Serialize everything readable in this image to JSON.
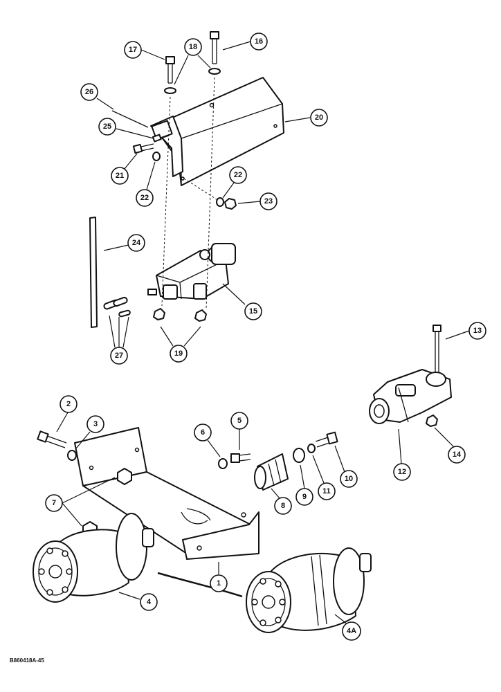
{
  "figure_code": "B860418A-45",
  "callouts": [
    {
      "label": "17"
    },
    {
      "label": "18"
    },
    {
      "label": "16"
    },
    {
      "label": "26"
    },
    {
      "label": "20"
    },
    {
      "label": "25"
    },
    {
      "label": "21"
    },
    {
      "label": "22"
    },
    {
      "label": "22"
    },
    {
      "label": "23"
    },
    {
      "label": "24"
    },
    {
      "label": "15"
    },
    {
      "label": "19"
    },
    {
      "label": "27"
    },
    {
      "label": "13"
    },
    {
      "label": "12"
    },
    {
      "label": "14"
    },
    {
      "label": "2"
    },
    {
      "label": "3"
    },
    {
      "label": "6"
    },
    {
      "label": "5"
    },
    {
      "label": "10"
    },
    {
      "label": "11"
    },
    {
      "label": "9"
    },
    {
      "label": "8"
    },
    {
      "label": "7"
    },
    {
      "label": "1"
    },
    {
      "label": "4"
    },
    {
      "label": "4A"
    }
  ]
}
